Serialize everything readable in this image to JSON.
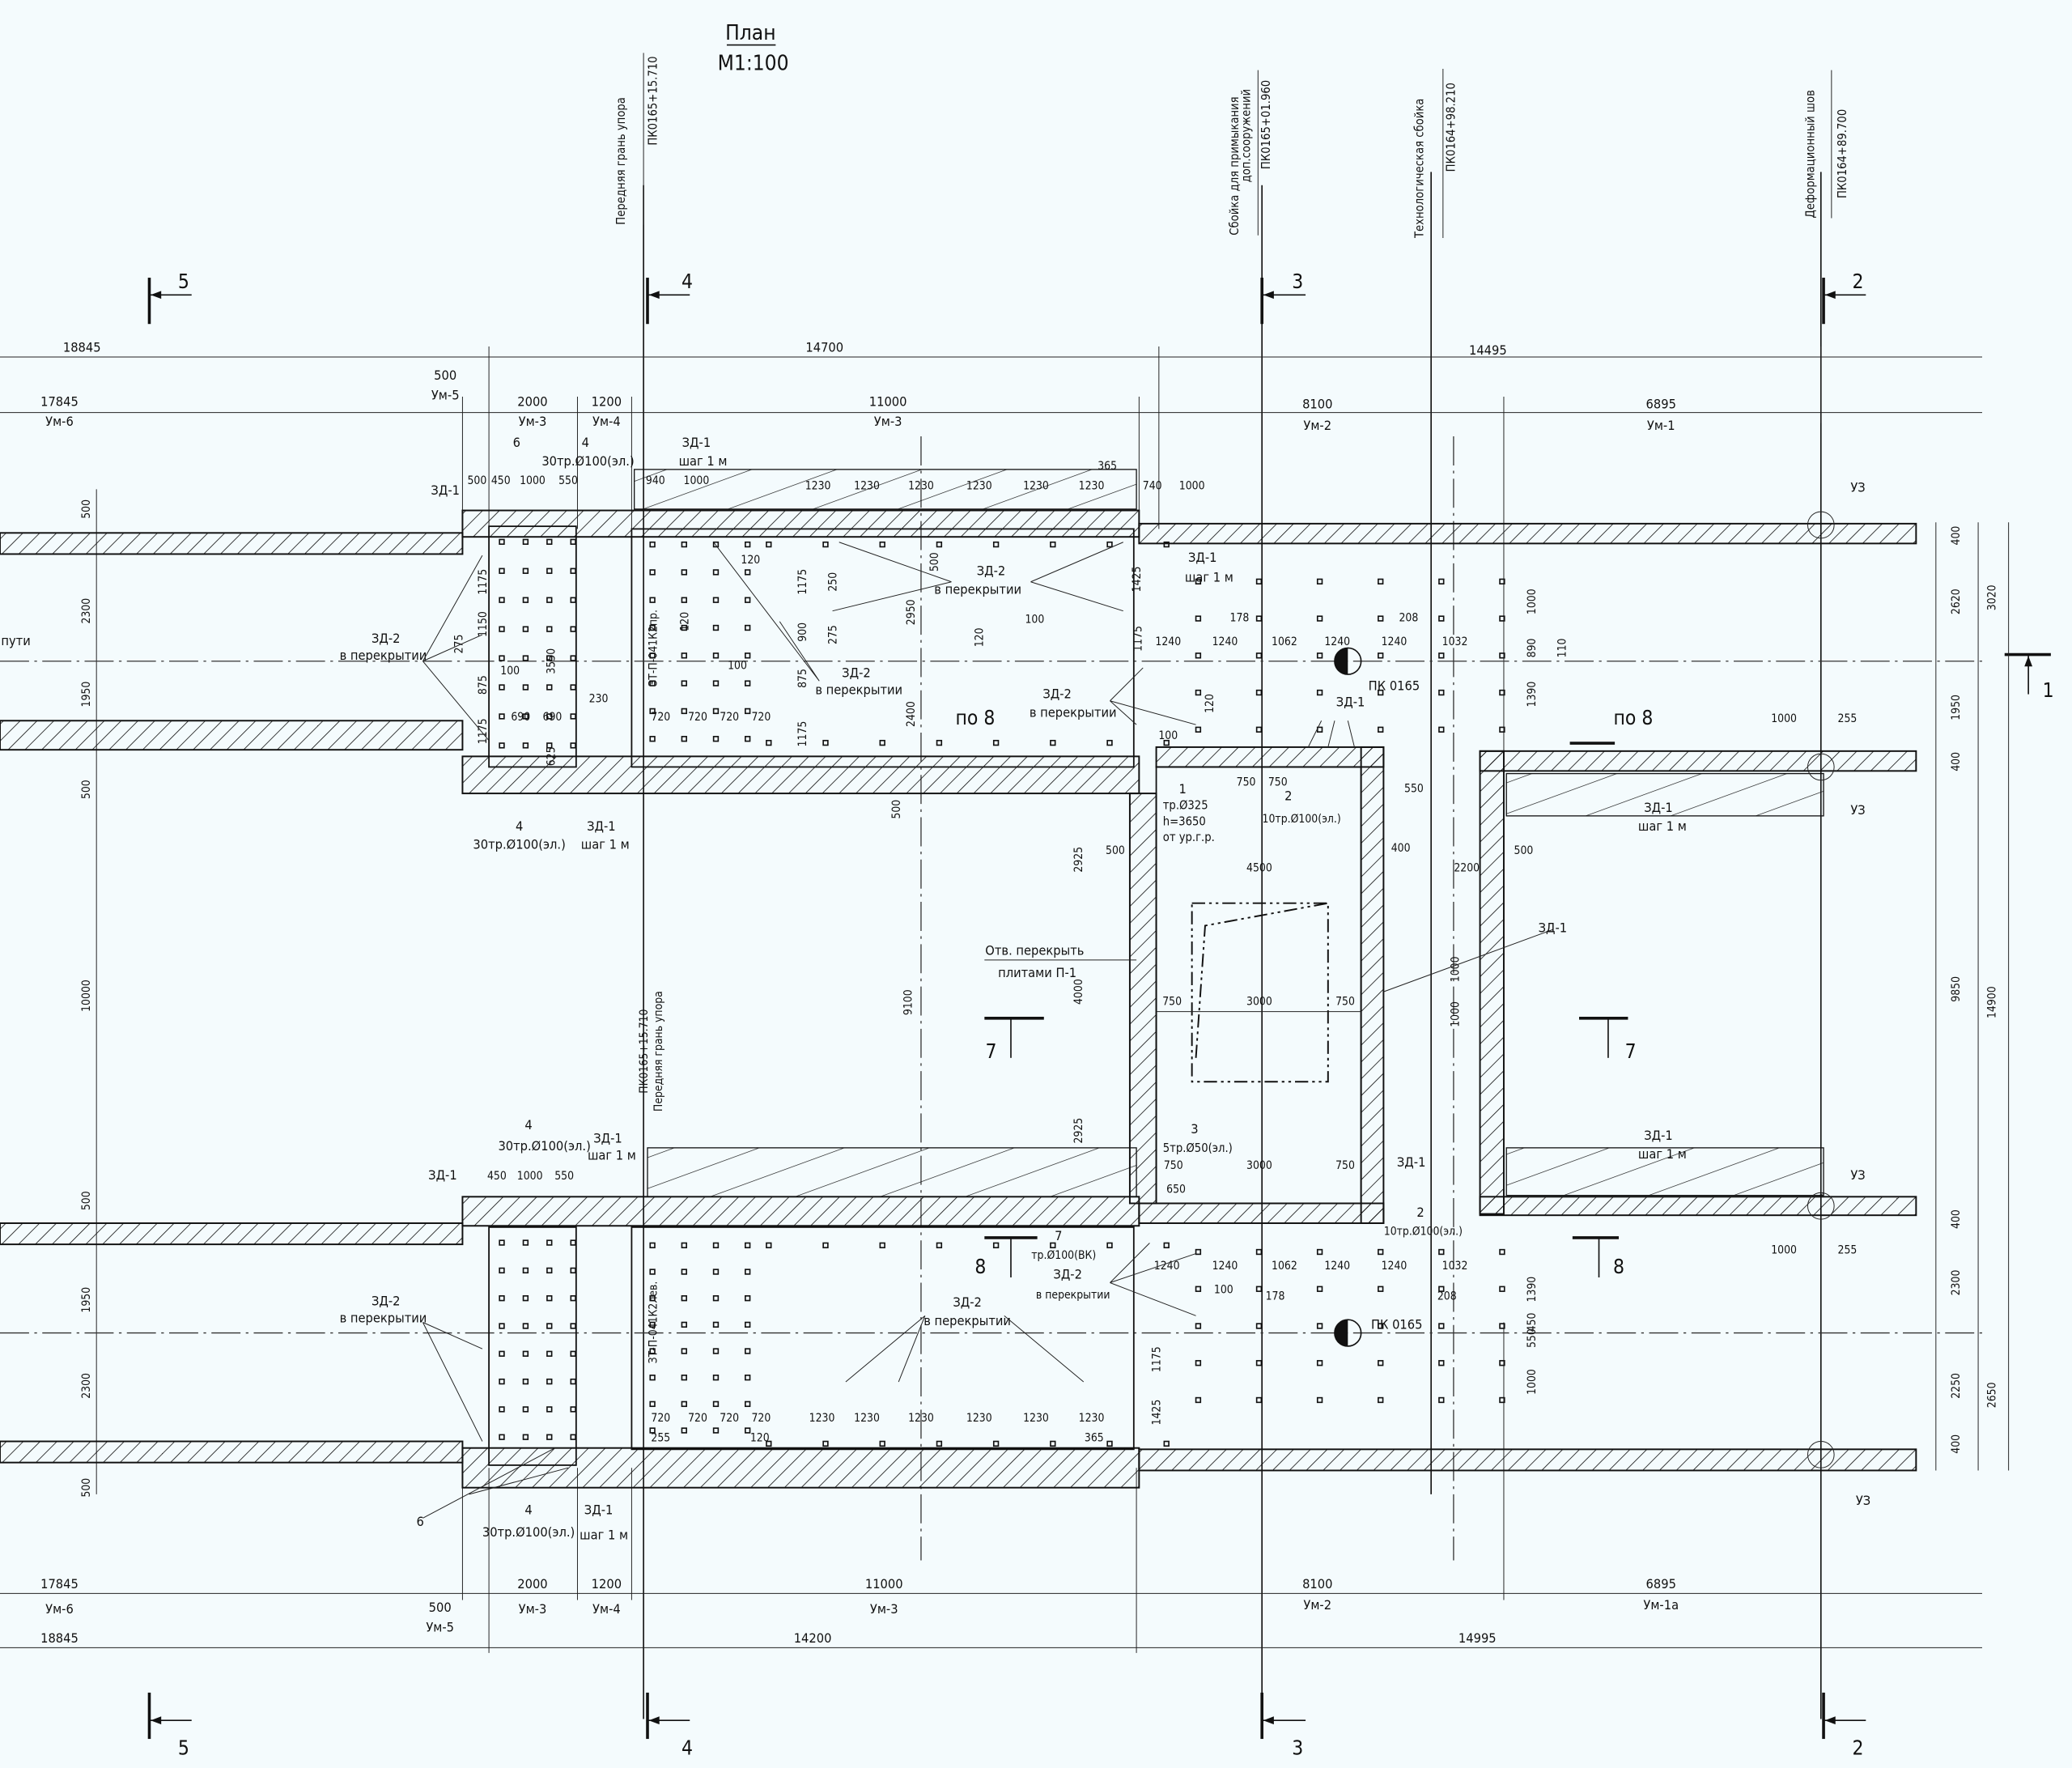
{
  "title": "План",
  "scale": "М1:100",
  "stations": [
    {
      "label": "Передняя грань упора",
      "pk": "ПК0165+15.710"
    },
    {
      "label": "Сбойка для примыкания",
      "label2": "доп.сооружений",
      "pk": "ПК0165+01.960"
    },
    {
      "label": "Технологическая сбойка",
      "pk": "ПК0164+98.210"
    },
    {
      "label": "Деформационный шов",
      "pk": "ПК0164+89.700"
    }
  ],
  "sections_top": [
    "5",
    "4",
    "3",
    "2"
  ],
  "sections_bottom": [
    "5",
    "4",
    "3",
    "2"
  ],
  "section_right": "1",
  "dims_top": {
    "row1": [
      "18845",
      "14700",
      "14495"
    ],
    "row2": [
      "17845",
      "Ум-6",
      "500",
      "Ум-5",
      "2000",
      "Ум-3",
      "1200",
      "Ум-4",
      "11000",
      "Ум-3",
      "8100",
      "Ум-2",
      "6895",
      "Ум-1"
    ]
  },
  "dims_bottom": {
    "row1": [
      "17845",
      "Ум-6",
      "500",
      "Ум-5",
      "2000",
      "Ум-3",
      "1200",
      "Ум-4",
      "11000",
      "Ум-3",
      "8100",
      "Ум-2",
      "6895",
      "Ум-1а"
    ],
    "row2": [
      "18845",
      "14200",
      "14995"
    ]
  },
  "dims_right": [
    "400",
    "2620",
    "3020",
    "110",
    "1950",
    "400",
    "9850",
    "14900",
    "400",
    "2300",
    "2650",
    "2250",
    "400"
  ],
  "dims_left": [
    "500",
    "2300",
    "1950",
    "500",
    "10000",
    "500",
    "1950",
    "2300",
    "500"
  ],
  "top_tunnel": {
    "row": [
      "500",
      "450",
      "1000",
      "550",
      "940",
      "1000",
      "1230",
      "1230",
      "1230",
      "1230",
      "1230",
      "1230",
      "365",
      "740",
      "1000"
    ],
    "zd1_a": "ЗД-1",
    "zd2_a": "ЗД-2",
    "v_perekr": "в перекрытии",
    "puti": "пути",
    "n6": "6",
    "n4": "4",
    "pipe30": "30тр.Ø100(эл.)",
    "zd1_b": "ЗД-1",
    "shag": "шаг 1 м",
    "zd2_b": "ЗД-2",
    "zd2_c": "ЗД-2",
    "zd1_c": "ЗД-1",
    "panel": "ЗТ-П-041К2пр.",
    "inner": [
      "1175",
      "1150",
      "275",
      "875",
      "1175",
      "3550",
      "100",
      "690",
      "690",
      "625",
      "230",
      "120",
      "120",
      "1175",
      "250",
      "900",
      "275",
      "875",
      "1175",
      "2950",
      "500",
      "1425",
      "120",
      "100",
      "100",
      "720",
      "720",
      "720",
      "720",
      "2400",
      "500"
    ],
    "row1240": [
      "1240",
      "1240",
      "1062",
      "1240",
      "1240",
      "1032",
      "178",
      "208",
      "1000",
      "890",
      "1390",
      "1175"
    ],
    "pk": "ПК 0165",
    "po8a": "по 8",
    "po8b": "по 8",
    "zd2_d": "ЗД-2",
    "zd1_d": "ЗД-1",
    "n100": "100",
    "n120": "120",
    "n4b": "4",
    "pipe30b": "30тр.Ø100(эл.)",
    "zd1_e": "ЗД-1",
    "shag_e": "шаг 1 м"
  },
  "shaft": {
    "n1": "1",
    "pipe325": "тр.Ø325",
    "h": "h=3650",
    "from": "от ур.г.р.",
    "d750a": "750",
    "d750b": "750",
    "n2": "2",
    "pipe10": "10тр.Ø100(эл.)",
    "d550": "550",
    "d400": "400",
    "d4500": "4500",
    "d2200": "2200",
    "d500a": "500",
    "d500b": "500",
    "opening1": "Отв. перекрыть",
    "opening2": "плитами П-1",
    "d750c": "750",
    "d3000": "3000",
    "d750d": "750",
    "d9100": "9100",
    "d4000": "4000",
    "d2925a": "2925",
    "d2925b": "2925",
    "n3": "3",
    "pipe5": "5тр.Ø50(эл.)",
    "d750e": "750",
    "d3000b": "3000",
    "d750f": "750",
    "d650": "650",
    "zd1": "ЗД-1",
    "n2b": "2",
    "pipe10b": "10тр.Ø100(эл.)",
    "d1000a": "1000",
    "d1000b": "1000"
  },
  "right_box": {
    "zd1_top": "ЗД-1",
    "shag_top": "шаг 1 м",
    "zd1_mid": "ЗД-1",
    "zd1_bot": "ЗД-1",
    "shag_bot": "шаг 1 м",
    "d1000a": "1000",
    "d255a": "255",
    "d1000b": "1000",
    "d255b": "255",
    "uz": [
      "УЗ",
      "УЗ",
      "УЗ",
      "УЗ"
    ],
    "sec7a": "7",
    "sec7b": "7",
    "sec8a": "8",
    "sec8b": "8"
  },
  "bottom_tunnel": {
    "n4": "4",
    "pipe30": "30тр.Ø100(эл.)",
    "zd1_a": "ЗД-1",
    "shag_a": "шаг 1 м",
    "zd1_b": "ЗД-1",
    "row": [
      "450",
      "1000",
      "550"
    ],
    "zd2_a": "ЗД-2",
    "v_perekr": "в перекрытии",
    "zd2_b": "ЗД-2",
    "v_perekr_b": "в перекрытии",
    "panel": "ЗТ-П-041К2лев.",
    "n7": "7",
    "pipe_vk": "тр.Ø100(ВК)",
    "zd2_c": "ЗД-2",
    "v_perekr_c": "в перекрытии",
    "row1240": [
      "1240",
      "1240",
      "1062",
      "1240",
      "1240",
      "1032",
      "100",
      "178",
      "208",
      "1390",
      "550",
      "450",
      "1000",
      "1175",
      "1425"
    ],
    "pk": "ПК 0165",
    "row1230": [
      "1230",
      "1230",
      "1230",
      "1230",
      "1230",
      "1230",
      "365",
      "255",
      "120",
      "720",
      "720",
      "720",
      "720"
    ],
    "n6": "6",
    "n4b": "4",
    "pipe30b": "30тр.Ø100(эл.)",
    "zd1_c": "ЗД-1",
    "shag_c": "шаг 1 м",
    "pk_vert": "ПК0165+15.710",
    "pk_vert_label": "Передняя грань упора"
  }
}
